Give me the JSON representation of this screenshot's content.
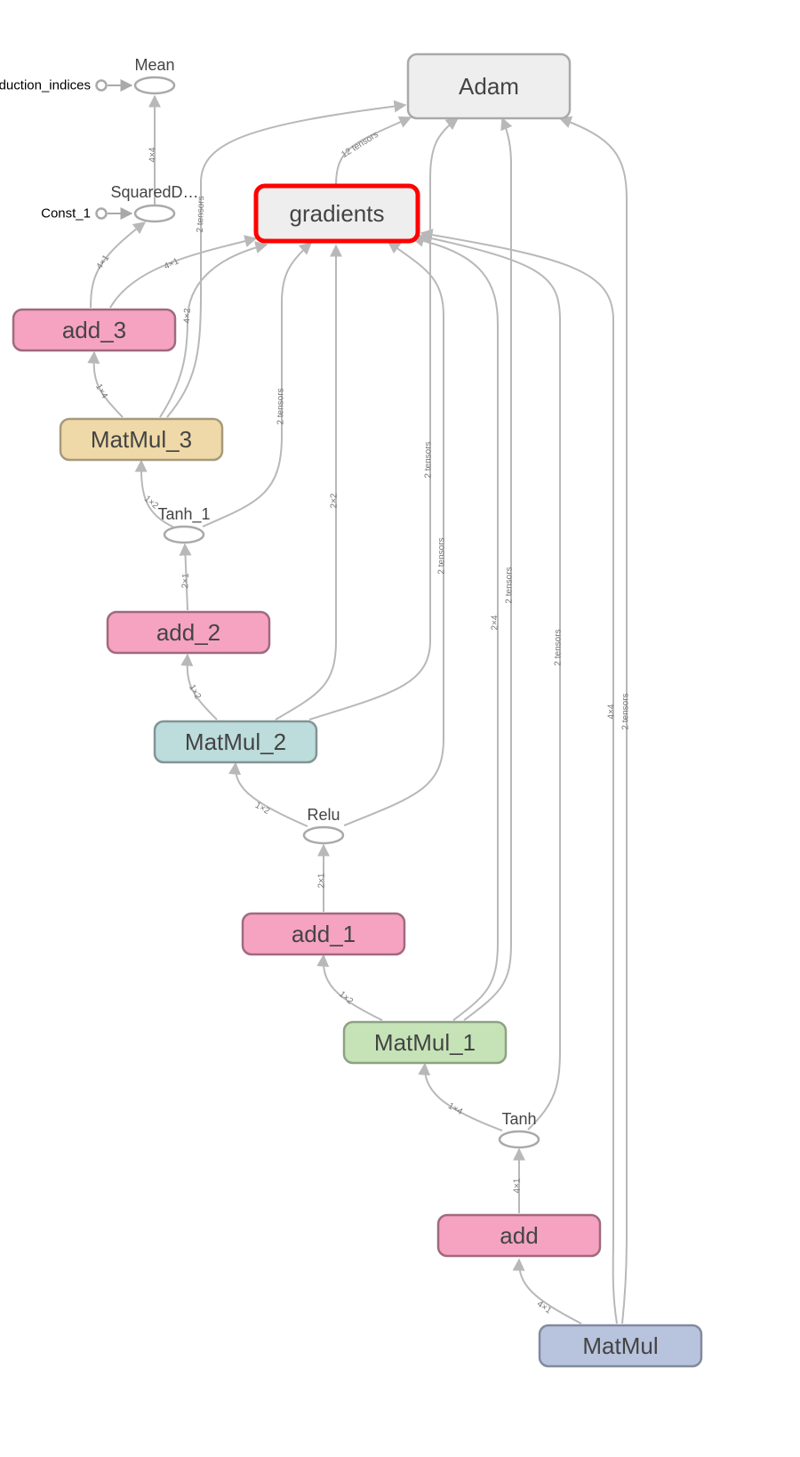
{
  "nodes": {
    "adam": {
      "label": "Adam",
      "fill": "#eeeeee",
      "stroke": "#a9a9a9"
    },
    "gradients": {
      "label": "gradients",
      "fill": "#eeeeee",
      "stroke": "#ff0000"
    },
    "add_3": {
      "label": "add_3",
      "fill": "#f5a3c0",
      "stroke": "#a06a7e"
    },
    "matmul_3": {
      "label": "MatMul_3",
      "fill": "#f0d9a8",
      "stroke": "#a59a7d"
    },
    "add_2": {
      "label": "add_2",
      "fill": "#f5a3c0",
      "stroke": "#a06a7e"
    },
    "matmul_2": {
      "label": "MatMul_2",
      "fill": "#bddcdc",
      "stroke": "#829494"
    },
    "add_1": {
      "label": "add_1",
      "fill": "#f5a3c0",
      "stroke": "#a06a7e"
    },
    "matmul_1": {
      "label": "MatMul_1",
      "fill": "#c6e3b7",
      "stroke": "#8ea283"
    },
    "add": {
      "label": "add",
      "fill": "#f5a3c0",
      "stroke": "#a06a7e"
    },
    "matmul": {
      "label": "MatMul",
      "fill": "#b8c3dd",
      "stroke": "#828a9e"
    }
  },
  "ops": {
    "mean": {
      "label": "Mean"
    },
    "squared": {
      "label": "SquaredD…"
    },
    "tanh_1": {
      "label": "Tanh_1"
    },
    "relu": {
      "label": "Relu"
    },
    "tanh": {
      "label": "Tanh"
    }
  },
  "constants": {
    "reduction_indices": {
      "label": "duction_indices"
    },
    "const_1": {
      "label": "Const_1"
    }
  },
  "edge_labels": {
    "squared_mean": "4×4",
    "add3_squared": "4×1",
    "add3_gradients": "4×1",
    "matmul3_adam": "2 tensors",
    "matmul3_gradients": "4×2",
    "matmul3_add3": "1×4",
    "tanh1_gradients": "2 tensors",
    "tanh1_matmul3": "1×2",
    "add2_tanh1": "2×1",
    "gradients_adam": "12 tensors",
    "matmul2_gradients": "2×2",
    "matmul2_adam": "2 tensors",
    "matmul2_add2": "1×2",
    "relu_gradients": "2 tensors",
    "relu_matmul2": "1×2",
    "add1_relu": "2×1",
    "matmul1_gradients": "2×4",
    "matmul1_adam": "2 tensors",
    "matmul1_add1": "1×2",
    "tanh_gradients": "2 tensors",
    "tanh_matmul1": "1×4",
    "add_tanh": "4×1",
    "matmul_gradients": "4×4",
    "matmul_adam": "2 tensors",
    "matmul_add": "4×1"
  }
}
